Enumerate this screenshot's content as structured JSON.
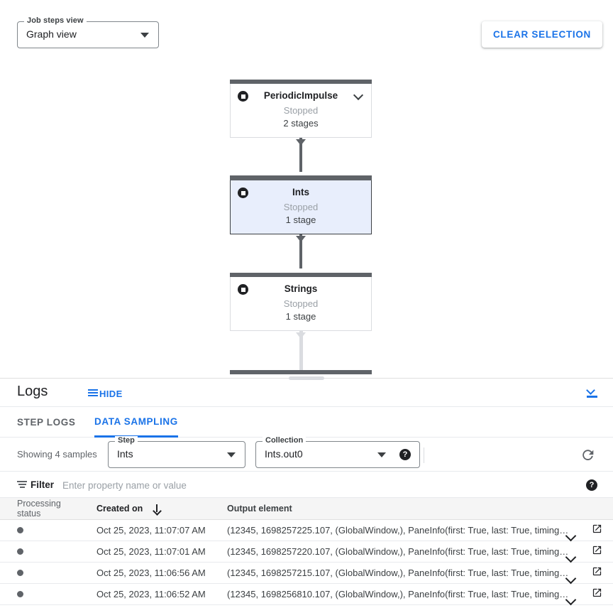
{
  "toolbar": {
    "view_select": {
      "label": "Job steps view",
      "value": "Graph view",
      "caret_icon": "chevron-down-icon"
    },
    "clear_selection_label": "CLEAR SELECTION"
  },
  "graph": {
    "nodes": [
      {
        "name": "PeriodicImpulse",
        "status": "Stopped",
        "stages": "2 stages",
        "selected": false,
        "has_caret": true
      },
      {
        "name": "Ints",
        "status": "Stopped",
        "stages": "1 stage",
        "selected": true,
        "has_caret": false
      },
      {
        "name": "Strings",
        "status": "Stopped",
        "stages": "1 stage",
        "selected": false,
        "has_caret": false
      }
    ],
    "selected_fill": "#e8eefc",
    "edge_color": "#5f6368"
  },
  "logs": {
    "title": "Logs",
    "hide_label": "HIDE",
    "hide_icon": "list-lines-icon",
    "collapse_icon": "collapse-down-icon",
    "tabs": [
      {
        "label": "STEP LOGS",
        "active": false
      },
      {
        "label": "DATA SAMPLING",
        "active": true
      }
    ],
    "accent_color": "#1a73e8"
  },
  "sampling": {
    "showing_text": "Showing 4 samples",
    "step": {
      "label": "Step",
      "value": "Ints"
    },
    "collection": {
      "label": "Collection",
      "value": "Ints.out0"
    },
    "help_icon": "help-icon",
    "help_glyph": "?",
    "refresh_icon": "refresh-icon"
  },
  "filter": {
    "icon": "filter-list-icon",
    "label": "Filter",
    "placeholder": "Enter property name or value",
    "value": "",
    "help_icon": "help-icon",
    "help_glyph": "?"
  },
  "table": {
    "columns": [
      "Processing status",
      "Created on",
      "Output element"
    ],
    "sort_column": "Created on",
    "sort_direction": "descending",
    "rows": [
      {
        "status_icon": "status-dot",
        "created_on": "Oct 25, 2023, 11:07:07 AM",
        "output_element": "(12345, 1698257225.107, (GlobalWindow,), PaneInfo(first: True, last: True, timing…",
        "expand_icon": "chevron-down-icon",
        "open_icon": "open-in-new-icon"
      },
      {
        "status_icon": "status-dot",
        "created_on": "Oct 25, 2023, 11:07:01 AM",
        "output_element": "(12345, 1698257220.107, (GlobalWindow,), PaneInfo(first: True, last: True, timing…",
        "expand_icon": "chevron-down-icon",
        "open_icon": "open-in-new-icon"
      },
      {
        "status_icon": "status-dot",
        "created_on": "Oct 25, 2023, 11:06:56 AM",
        "output_element": "(12345, 1698257215.107, (GlobalWindow,), PaneInfo(first: True, last: True, timing…",
        "expand_icon": "chevron-down-icon",
        "open_icon": "open-in-new-icon"
      },
      {
        "status_icon": "status-dot",
        "created_on": "Oct 25, 2023, 11:06:52 AM",
        "output_element": "(12345, 1698256810.107, (GlobalWindow,), PaneInfo(first: True, last: True, timing…",
        "expand_icon": "chevron-down-icon",
        "open_icon": "open-in-new-icon"
      }
    ]
  }
}
